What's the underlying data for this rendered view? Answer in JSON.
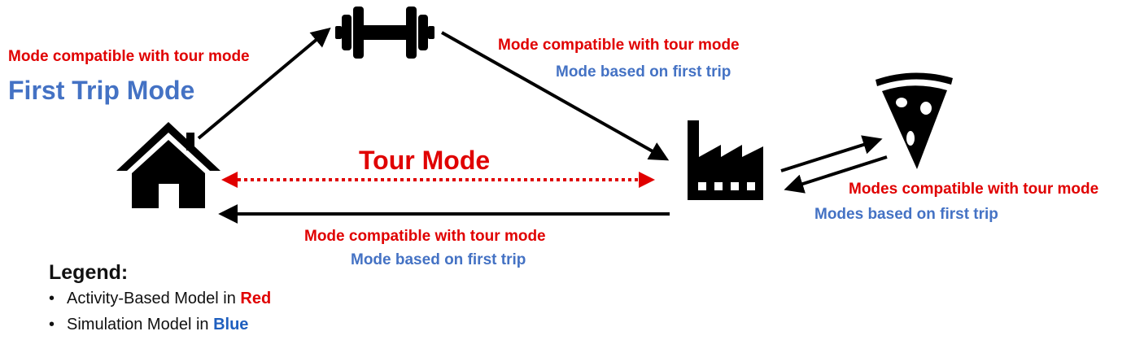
{
  "labels": {
    "top_left_red": "Mode compatible with tour mode",
    "first_trip_mode": "First Trip Mode",
    "top_right_red": "Mode compatible with tour mode",
    "top_right_blue": "Mode based on first trip",
    "tour_mode": "Tour Mode",
    "bottom_red": "Mode compatible with tour mode",
    "bottom_blue": "Mode based on first trip",
    "right_red": "Modes compatible with tour mode",
    "right_blue": "Modes based on first trip"
  },
  "legend": {
    "title": "Legend:",
    "items": [
      {
        "bullet": "•",
        "prefix": "Activity-Based Model in ",
        "highlight": "Red",
        "color": "#e00000"
      },
      {
        "bullet": "•",
        "prefix": "Simulation Model in ",
        "highlight": "Blue",
        "color": "#1f5fbf"
      }
    ]
  },
  "colors": {
    "red": "#e00000",
    "blue": "#4472c4",
    "ink": "#000000"
  },
  "icons": [
    "house-icon",
    "dumbbell-icon",
    "factory-icon",
    "pizza-icon"
  ]
}
